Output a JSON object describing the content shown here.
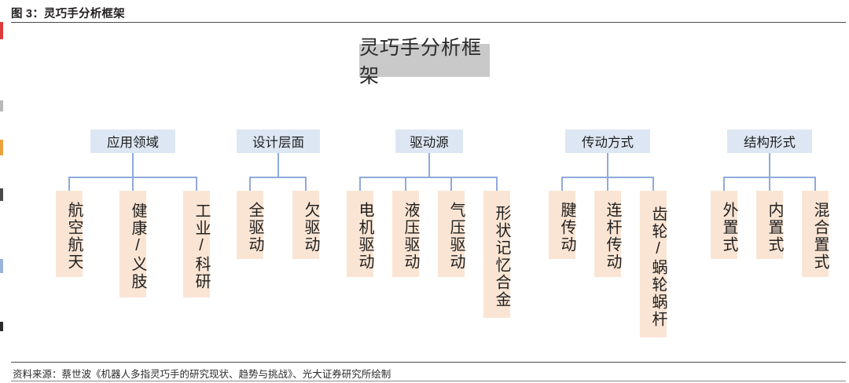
{
  "figure": {
    "caption": "图 3：灵巧手分析框架",
    "root_title": "灵巧手分析框架",
    "source_note": "资料来源：蔡世波《机器人多指灵巧手的研究现状、趋势与挑战》、光大证券研究所绘制"
  },
  "colors": {
    "root_box_bg": "#c9c9c9",
    "group_head_bg": "#dde7f3",
    "leaf_bg": "#fae5d4",
    "connector": "#8faadc",
    "rule": "#4a4a4a",
    "text": "#1f1f1f"
  },
  "diagram": {
    "type": "tree",
    "orientation": "top-down",
    "root": "灵巧手分析框架",
    "groups": [
      {
        "id": "application-domain",
        "label": "应用领域",
        "children": [
          {
            "id": "aerospace",
            "label": "航空航天"
          },
          {
            "id": "health-prosthetics",
            "label": "健康/义肢"
          },
          {
            "id": "industry-research",
            "label": "工业/科研"
          }
        ]
      },
      {
        "id": "design-level",
        "label": "设计层面",
        "children": [
          {
            "id": "full-actuation",
            "label": "全驱动"
          },
          {
            "id": "under-actuation",
            "label": "欠驱动"
          }
        ]
      },
      {
        "id": "drive-source",
        "label": "驱动源",
        "children": [
          {
            "id": "motor-drive",
            "label": "电机驱动"
          },
          {
            "id": "hydraulic-drive",
            "label": "液压驱动"
          },
          {
            "id": "pneumatic-drive",
            "label": "气压驱动"
          },
          {
            "id": "shape-memory-alloy",
            "label": "形状记忆合金"
          }
        ]
      },
      {
        "id": "transmission-mode",
        "label": "传动方式",
        "children": [
          {
            "id": "tendon-drive",
            "label": "腱传动"
          },
          {
            "id": "linkage-drive",
            "label": "连杆传动"
          },
          {
            "id": "gear-worm-drive",
            "label": "齿轮/蜗轮蜗杆"
          }
        ]
      },
      {
        "id": "structural-form",
        "label": "结构形式",
        "children": [
          {
            "id": "external-mount",
            "label": "外置式"
          },
          {
            "id": "internal-mount",
            "label": "内置式"
          },
          {
            "id": "hybrid-mount",
            "label": "混合置式"
          }
        ]
      }
    ]
  }
}
